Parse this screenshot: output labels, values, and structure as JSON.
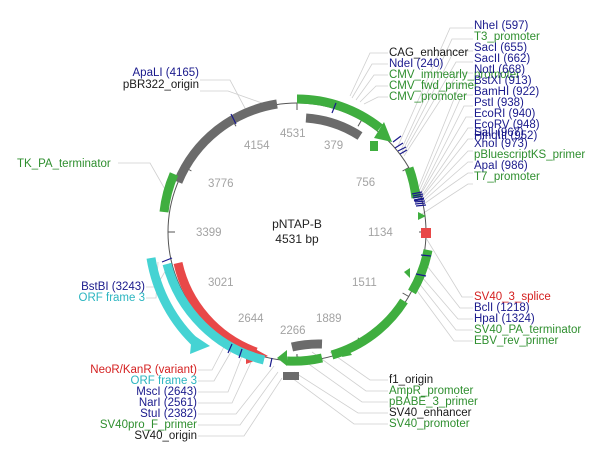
{
  "plasmid": {
    "name": "pNTAP-B",
    "size_label": "4531 bp",
    "length": 4531
  },
  "colors": {
    "enzyme": "#1a1a8c",
    "green_label": "#2f8f2f",
    "feature_green": "#3fae3f",
    "feature_gray": "#6b6b6b",
    "feature_red": "#e84848",
    "feature_cyan": "#45d3d3",
    "orf_label": "#2bb5c0",
    "splice_label": "#d42020",
    "black_label": "#1a1a1a",
    "tick_text": "#a3a3a3",
    "backbone": "#555555"
  },
  "ticks": [
    "4531",
    "379",
    "756",
    "1134",
    "1511",
    "1889",
    "2266",
    "2644",
    "3021",
    "3399",
    "3776",
    "4154"
  ],
  "labels": {
    "apaLI": "ApaLI  (4165)",
    "pbr322_origin": "pBR322_origin",
    "tk_pa_terminator": "TK_PA_terminator",
    "cag_enhancer": "CAG_enhancer",
    "ndeI": "NdeI  (240)",
    "cmv_immearly": "CMV_immearly_promoter",
    "cmv_fwd": "CMV_fwd_primer",
    "cmv_promoter": "CMV_promoter",
    "nheI": "NheI  (597)",
    "t3_promoter": "T3_promoter",
    "sacI": "SacI  (655)",
    "sacII": "SacII  (662)",
    "notI": "NotI  (668)",
    "bstXI": "BstXI  (913)",
    "bamHI": "BamHI  (922)",
    "pstI": "PstI  (938)",
    "ecoRI": "EcoRI  (940)",
    "ecoRV": "EcoRV  (948)",
    "hindIII": "HindIII  (952)",
    "salI": "SalI  (967)",
    "xhoI": "XhoI  (973)",
    "pbluescript": "pBluescriptKS_primer",
    "apaI": "ApaI  (986)",
    "t7_promoter": "T7_promoter",
    "sv40_3_splice": "SV40_3_splice",
    "bclI": "BclI  (1218)",
    "hpaI": "HpaI  (1324)",
    "sv40_pa": "SV40_PA_terminator",
    "ebv_rev": "EBV_rev_primer",
    "f1_origin": "f1_origin",
    "ampr_promoter": "AmpR_promoter",
    "pbabe_3": "pBABE_3_primer",
    "sv40_enhancer": "SV40_enhancer",
    "sv40_promoter_r": "SV40_promoter",
    "bstBI": "BstBI  (3243)",
    "orf3_upper": "ORF frame 3",
    "neor": "NeoR/KanR (variant)",
    "orf3_lower": "ORF frame 3",
    "mscI": "MscI  (2643)",
    "narI": "NarI  (2561)",
    "stuI": "StuI  (2382)",
    "sv40pro_f": "SV40pro_F_primer",
    "sv40_origin": "SV40_origin"
  }
}
